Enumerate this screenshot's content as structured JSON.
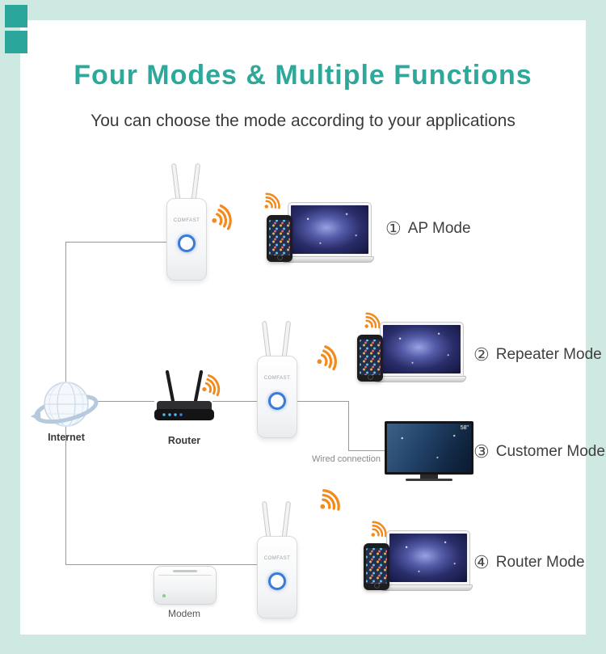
{
  "header": {
    "title": "Four Modes & Multiple Functions",
    "subtitle": "You can choose the mode according to your applications"
  },
  "modes": [
    {
      "number": "①",
      "label": "AP Mode"
    },
    {
      "number": "②",
      "label": "Repeater Mode"
    },
    {
      "number": "③",
      "label": "Customer Mode"
    },
    {
      "number": "④",
      "label": "Router Mode"
    }
  ],
  "devices": {
    "internet": "Internet",
    "router": "Router",
    "modem": "Modem",
    "repeater_brand": "COMFAST",
    "tv_size": "58\"",
    "wired_connection": "Wired connection"
  },
  "colors": {
    "background_mint": "#cde9e2",
    "title_teal": "#2ea89a",
    "wifi_orange": "#f28a1c",
    "wps_ring_blue": "#3a7bd5",
    "connector_gray": "#999999"
  }
}
